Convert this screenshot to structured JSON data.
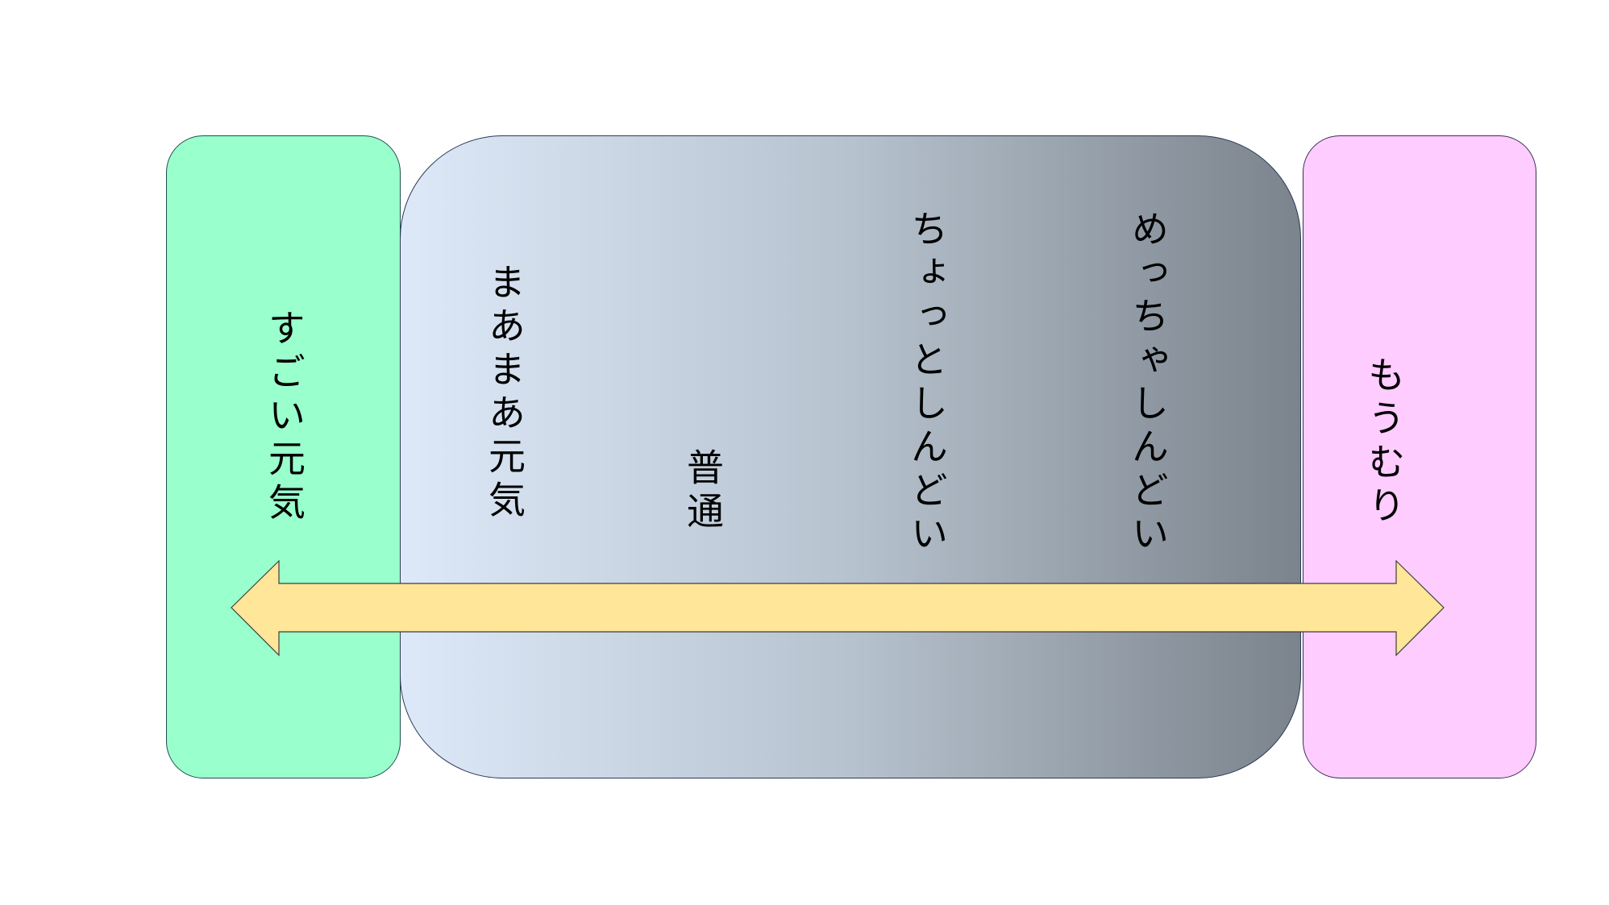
{
  "diagram": {
    "type": "scale",
    "direction": "bidirectional-horizontal",
    "colors": {
      "left_box_fill": "#99ffcc",
      "middle_gradient_start": "#dde9f8",
      "middle_gradient_mid": "#b6c2ce",
      "middle_gradient_end": "#7b838c",
      "right_box_fill": "#ffccff",
      "arrow_fill": "#ffe699",
      "arrow_stroke": "#3d3d3d",
      "text": "#000000"
    },
    "left_box": {
      "label": "すごい元気"
    },
    "middle_box": {
      "labels": [
        "まあまあ元気",
        "普通",
        "ちょっとしんどい",
        "めっちゃしんどい"
      ]
    },
    "right_box": {
      "label": "もうむり"
    },
    "arrow": {
      "icon": "double-headed-arrow-icon"
    }
  }
}
